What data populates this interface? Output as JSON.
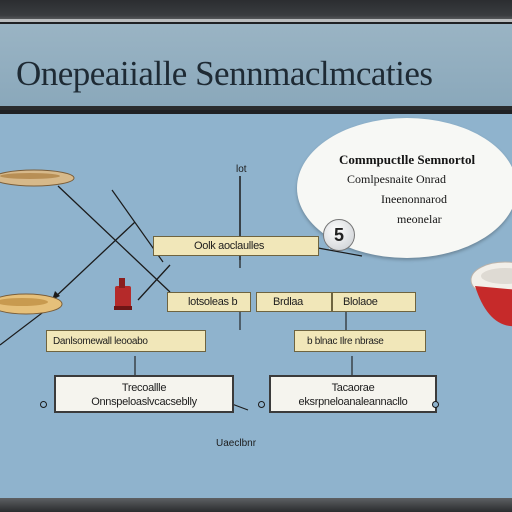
{
  "title": "Onepeaiialle Sennmaclmcaties",
  "bubble": {
    "line1": "Commpuctlle Semnortol",
    "line2": "Comlpesnaite Onrad",
    "line3": "Ineenonnarod",
    "line4": "meonelar"
  },
  "labels": {
    "vertical_tick": "lot",
    "arrow_label": "Oolk  aoclaulles",
    "row_a": "lotsoleas  b",
    "row_b": "Brdlaa",
    "row_c": "Blolaoe",
    "left_mid": "Danlsomewall  leooabo",
    "right_mid": "b  blnac  Ilre nbrase"
  },
  "boxes": {
    "left_top": "Trecoallle",
    "left_bottom": "Onnspeloaslvcacseblly",
    "right_top": "Tacaorae",
    "right_bottom": "eksrpneloanaleannacllo"
  },
  "footer_note": "Uaeclbnr",
  "icons": {
    "clock": "clock-icon",
    "lamp": "lamp-icon",
    "bowl": "bowl-icon",
    "dish_top": "dish-icon",
    "dish_mid": "dish-icon"
  },
  "clock_glyph": "5",
  "colors": {
    "panel": "#8fb3cd",
    "title_bar": "#9ab4c4",
    "label_fill": "#f1e7b9",
    "accent_red": "#b52a2a"
  }
}
